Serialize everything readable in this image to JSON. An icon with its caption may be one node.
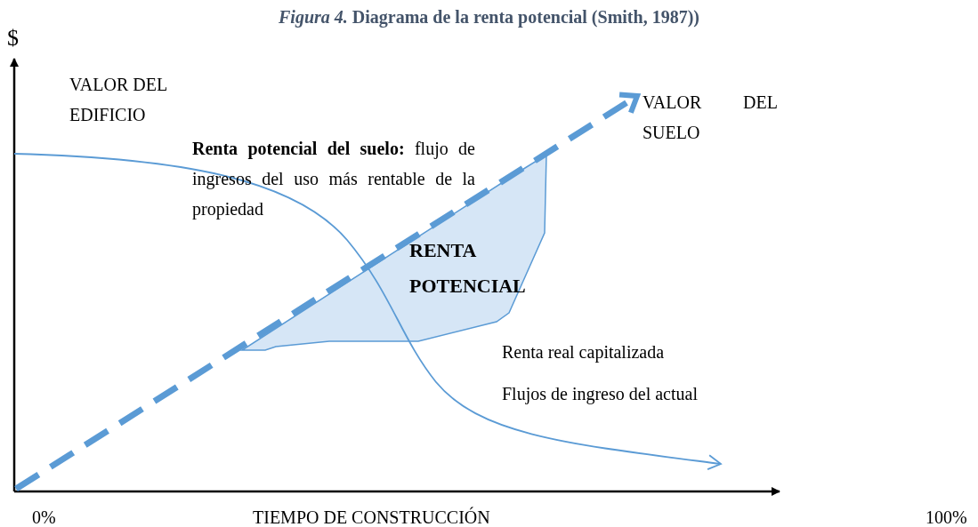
{
  "diagram": {
    "title": "*Figura 4.* Diagrama de la renta potencial (Smith, 1987))",
    "labels": [
      "$",
      "VALOR DEL EDIFICIO",
      "VALOR DEL SUELO",
      "**Renta potencial del suelo:** flujo de ingresos del uso más rentable de la propiedad",
      "RENTA POTENCIAL",
      "Renta real capitalizada",
      "Flujos de ingreso del actual",
      "0%",
      "TIEMPO DE CONSTRUCCIÓN",
      "100%"
    ]
  }
}
